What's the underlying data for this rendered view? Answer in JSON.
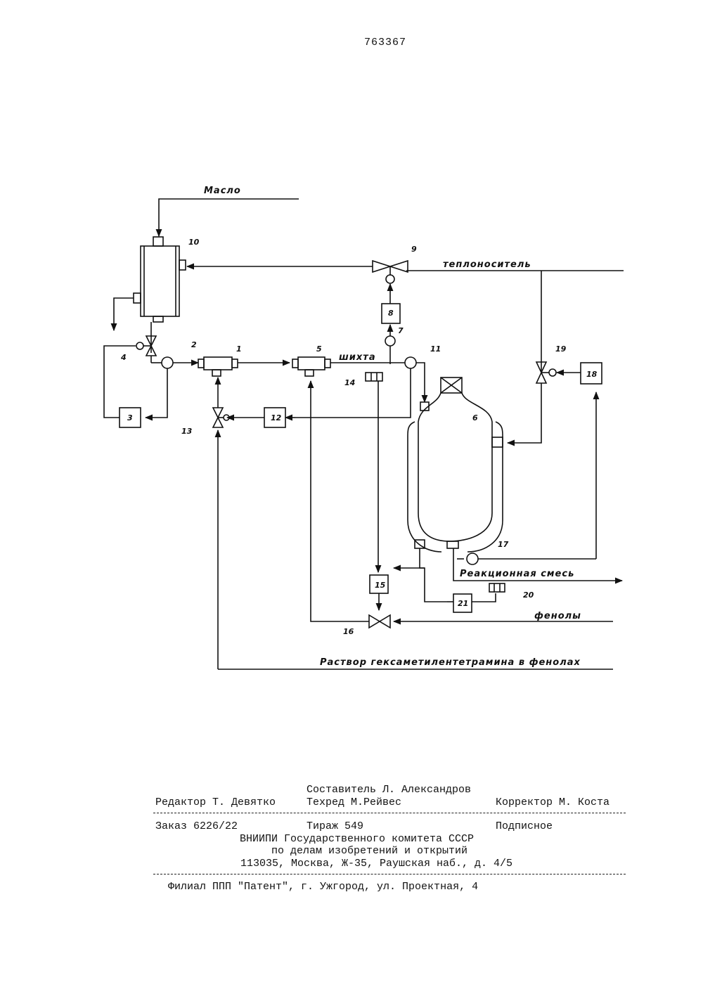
{
  "page_number": "763367",
  "diagram": {
    "flows": {
      "oil": "Масло",
      "heat_carrier": "теплоноситель",
      "charge": "шихта",
      "reaction_mixture": "Реакционная смесь",
      "phenols": "фенолы",
      "solution": "Раствор гексаметилентетрамина в фенолах"
    },
    "labels": [
      "1",
      "2",
      "3",
      "4",
      "5",
      "6",
      "7",
      "8",
      "9",
      "10",
      "11",
      "12",
      "13",
      "14",
      "15",
      "16",
      "17",
      "18",
      "19",
      "20",
      "21"
    ]
  },
  "imprint": {
    "compiler": "Составитель Л. Александров",
    "editor": "Редактор Т. Девятко",
    "techred": "Техред М.Рейвес",
    "corrector": "Корректор М. Коста",
    "order": "Заказ 6226/22",
    "circulation": "Тираж 549",
    "subscription": "Подписное",
    "org": "ВНИИПИ Государственного комитета СССР",
    "org_dept": "по делам изобретений и открытий",
    "address": "113035, Москва, Ж-35, Раушская наб., д. 4/5",
    "branch": "Филиал ППП \"Патент\", г. Ужгород, ул. Проектная, 4"
  }
}
